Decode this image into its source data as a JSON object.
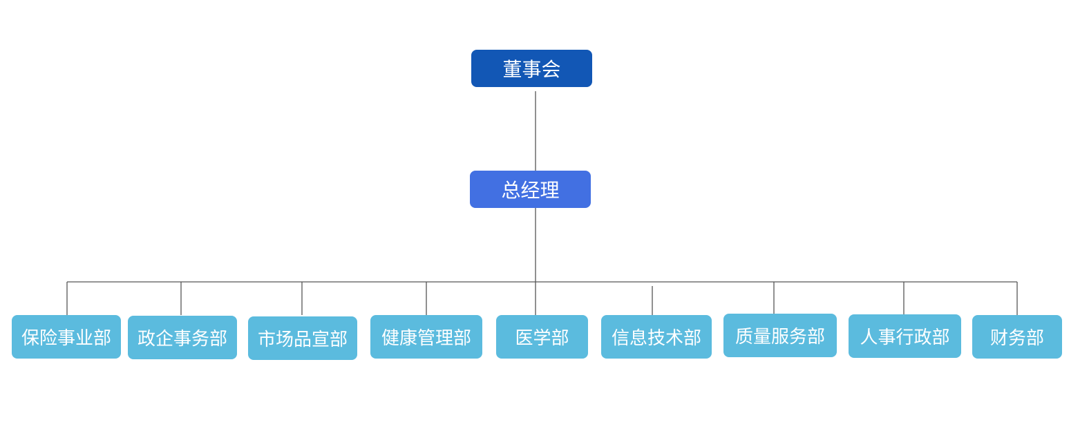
{
  "org_chart": {
    "root": {
      "label": "董事会"
    },
    "manager": {
      "label": "总经理"
    },
    "departments": [
      {
        "label": "保险事业部"
      },
      {
        "label": "政企事务部"
      },
      {
        "label": "市场品宣部"
      },
      {
        "label": "健康管理部"
      },
      {
        "label": "医学部"
      },
      {
        "label": "信息技术部"
      },
      {
        "label": "质量服务部"
      },
      {
        "label": "人事行政部"
      },
      {
        "label": "财务部"
      }
    ]
  },
  "colors": {
    "board": "#1257b5",
    "manager": "#4270e2",
    "department": "#5bbbde",
    "connector": "#555555",
    "text": "#ffffff"
  }
}
